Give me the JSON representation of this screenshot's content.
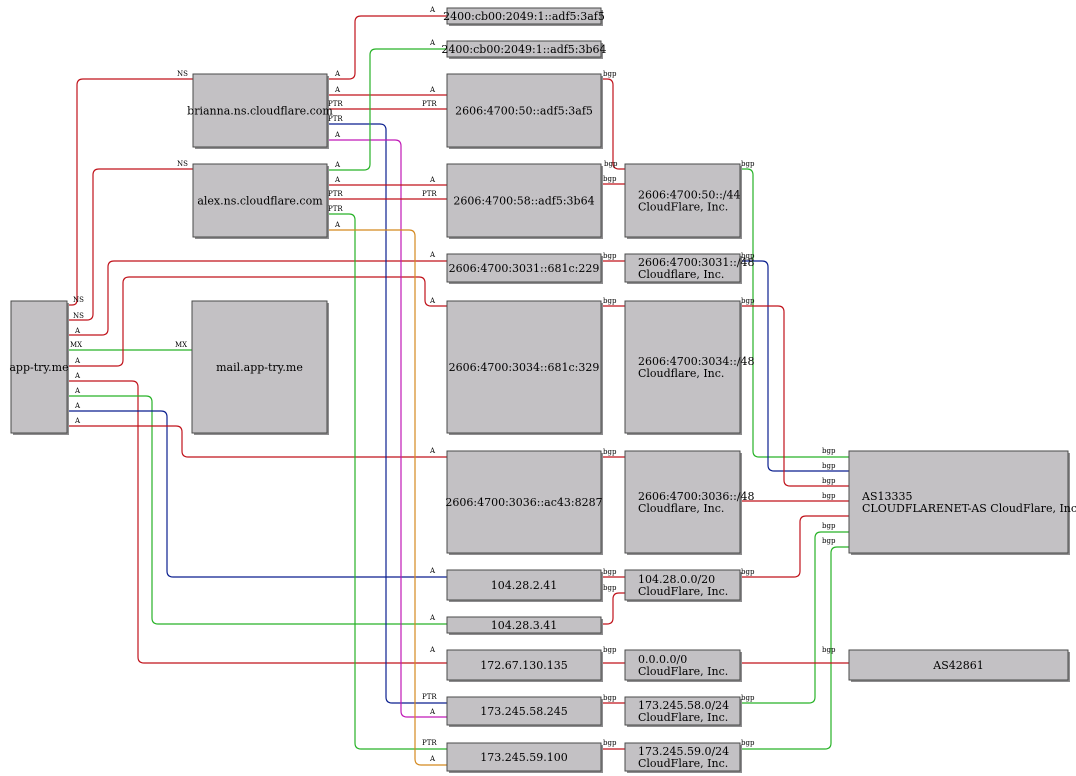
{
  "colors": {
    "red": "#c0131b",
    "green": "#27b227",
    "blue": "#0a1f8f",
    "magenta": "#c019b6",
    "orange": "#d4891f",
    "box_fill": "#c3c1c4",
    "box_border": "#4a4a4a"
  },
  "nodes": {
    "app_try_me": {
      "lines": [
        "app-try.me"
      ]
    },
    "mail_app_try_me": {
      "lines": [
        "mail.app-try.me"
      ]
    },
    "brianna_ns": {
      "lines": [
        "brianna.ns.cloudflare.com"
      ]
    },
    "alex_ns": {
      "lines": [
        "alex.ns.cloudflare.com"
      ]
    },
    "ip6_2400_3af5": {
      "lines": [
        "2400:cb00:2049:1::adf5:3af5"
      ]
    },
    "ip6_2400_3b64": {
      "lines": [
        "2400:cb00:2049:1::adf5:3b64"
      ]
    },
    "ip6_50_3af5": {
      "lines": [
        "2606:4700:50::adf5:3af5"
      ]
    },
    "ip6_58_3b64": {
      "lines": [
        "2606:4700:58::adf5:3b64"
      ]
    },
    "ip6_3031": {
      "lines": [
        "2606:4700:3031::681c:229"
      ]
    },
    "ip6_3034": {
      "lines": [
        "2606:4700:3034::681c:329"
      ]
    },
    "ip6_3036": {
      "lines": [
        "2606:4700:3036::ac43:8287"
      ]
    },
    "ip4_104_2_41": {
      "lines": [
        "104.28.2.41"
      ]
    },
    "ip4_104_3_41": {
      "lines": [
        "104.28.3.41"
      ]
    },
    "ip4_172": {
      "lines": [
        "172.67.130.135"
      ]
    },
    "ip4_173_58": {
      "lines": [
        "173.245.58.245"
      ]
    },
    "ip4_173_59": {
      "lines": [
        "173.245.59.100"
      ]
    },
    "net_50_44": {
      "lines": [
        "2606:4700:50::/44",
        "CloudFlare, Inc."
      ]
    },
    "net_3031_48": {
      "lines": [
        "2606:4700:3031::/48",
        "Cloudflare, Inc."
      ]
    },
    "net_3034_48": {
      "lines": [
        "2606:4700:3034::/48",
        "Cloudflare, Inc."
      ]
    },
    "net_3036_48": {
      "lines": [
        "2606:4700:3036::/48",
        "Cloudflare, Inc."
      ]
    },
    "net_104_20": {
      "lines": [
        "104.28.0.0/20",
        "CloudFlare, Inc."
      ]
    },
    "net_0_0": {
      "lines": [
        "0.0.0.0/0",
        "CloudFlare, Inc."
      ]
    },
    "net_173_58_24": {
      "lines": [
        "173.245.58.0/24",
        "CloudFlare, Inc."
      ]
    },
    "net_173_59_24": {
      "lines": [
        "173.245.59.0/24",
        "CloudFlare, Inc."
      ]
    },
    "as13335": {
      "lines": [
        "AS13335",
        "CLOUDFLARENET-AS CloudFlare, Inc."
      ]
    },
    "as42861": {
      "lines": [
        "AS42861"
      ]
    }
  },
  "edge_labels": {
    "ns": "NS",
    "a": "A",
    "ptr": "PTR",
    "mx": "MX",
    "bgp": "bgp"
  }
}
